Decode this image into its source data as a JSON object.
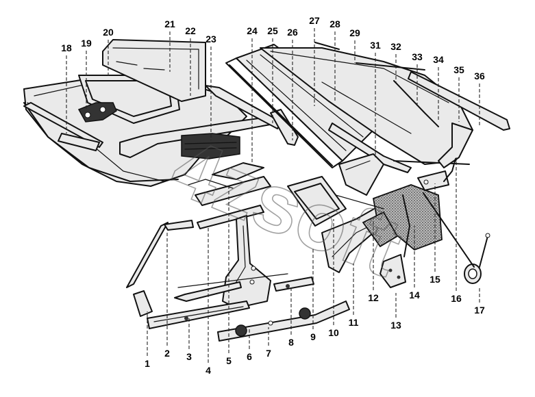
{
  "diagram": {
    "watermark": "4zsoft",
    "labels": [
      {
        "id": 1,
        "text": "1"
      },
      {
        "id": 2,
        "text": "2"
      },
      {
        "id": 3,
        "text": "3"
      },
      {
        "id": 4,
        "text": "4"
      },
      {
        "id": 5,
        "text": "5"
      },
      {
        "id": 6,
        "text": "6"
      },
      {
        "id": 7,
        "text": "7"
      },
      {
        "id": 8,
        "text": "8"
      },
      {
        "id": 9,
        "text": "9"
      },
      {
        "id": 10,
        "text": "10"
      },
      {
        "id": 11,
        "text": "11"
      },
      {
        "id": 12,
        "text": "12"
      },
      {
        "id": 13,
        "text": "13"
      },
      {
        "id": 14,
        "text": "14"
      },
      {
        "id": 15,
        "text": "15"
      },
      {
        "id": 16,
        "text": "16"
      },
      {
        "id": 17,
        "text": "17"
      },
      {
        "id": 18,
        "text": "18"
      },
      {
        "id": 19,
        "text": "19"
      },
      {
        "id": 20,
        "text": "20"
      },
      {
        "id": 21,
        "text": "21"
      },
      {
        "id": 22,
        "text": "22"
      },
      {
        "id": 23,
        "text": "23"
      },
      {
        "id": 24,
        "text": "24"
      },
      {
        "id": 25,
        "text": "25"
      },
      {
        "id": 26,
        "text": "26"
      },
      {
        "id": 27,
        "text": "27"
      },
      {
        "id": 28,
        "text": "28"
      },
      {
        "id": 29,
        "text": "29"
      },
      {
        "id": 31,
        "text": "31"
      },
      {
        "id": 32,
        "text": "32"
      },
      {
        "id": 33,
        "text": "33"
      },
      {
        "id": 34,
        "text": "34"
      },
      {
        "id": 35,
        "text": "35"
      },
      {
        "id": 36,
        "text": "36"
      }
    ]
  }
}
